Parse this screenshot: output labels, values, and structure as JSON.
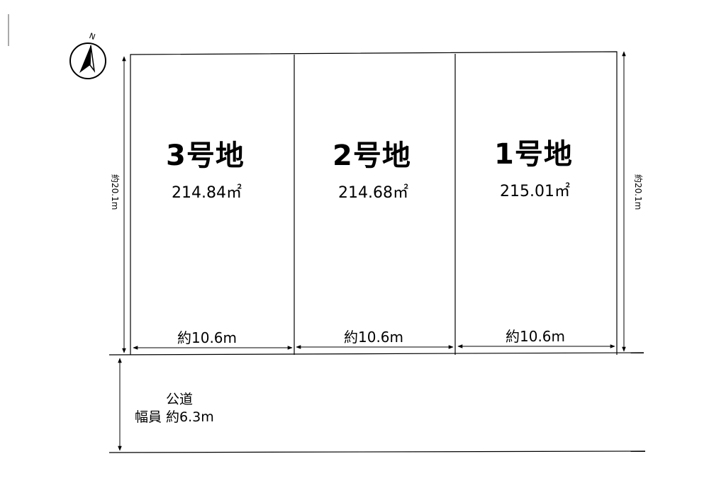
{
  "compass": {
    "label": "N",
    "icon": "north-arrow-icon"
  },
  "lots": [
    {
      "name": "3号地",
      "area": "214.84㎡",
      "width": "約10.6m"
    },
    {
      "name": "2号地",
      "area": "214.68㎡",
      "width": "約10.6m"
    },
    {
      "name": "1号地",
      "area": "215.01㎡",
      "width": "約10.6m"
    }
  ],
  "depth_left": "約20.1m",
  "depth_right": "約20.1m",
  "road": {
    "type": "公道",
    "width": "幅員 約6.3m"
  }
}
